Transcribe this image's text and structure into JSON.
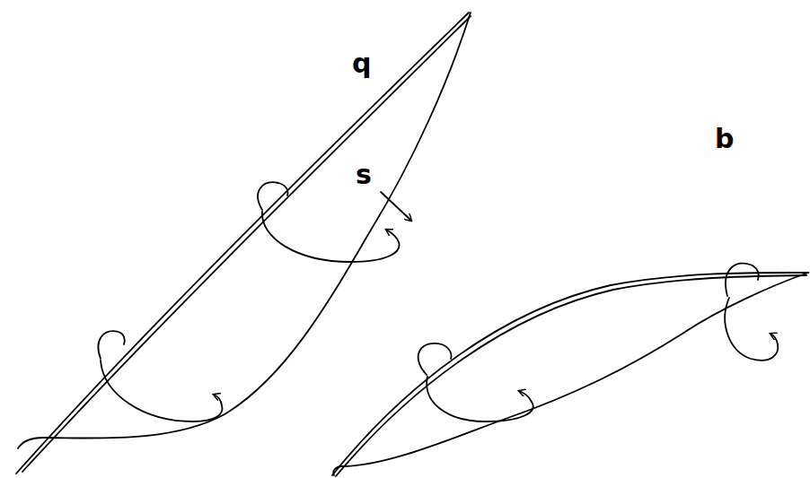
{
  "diagram": {
    "labels": [
      "q",
      "b",
      "s"
    ]
  }
}
